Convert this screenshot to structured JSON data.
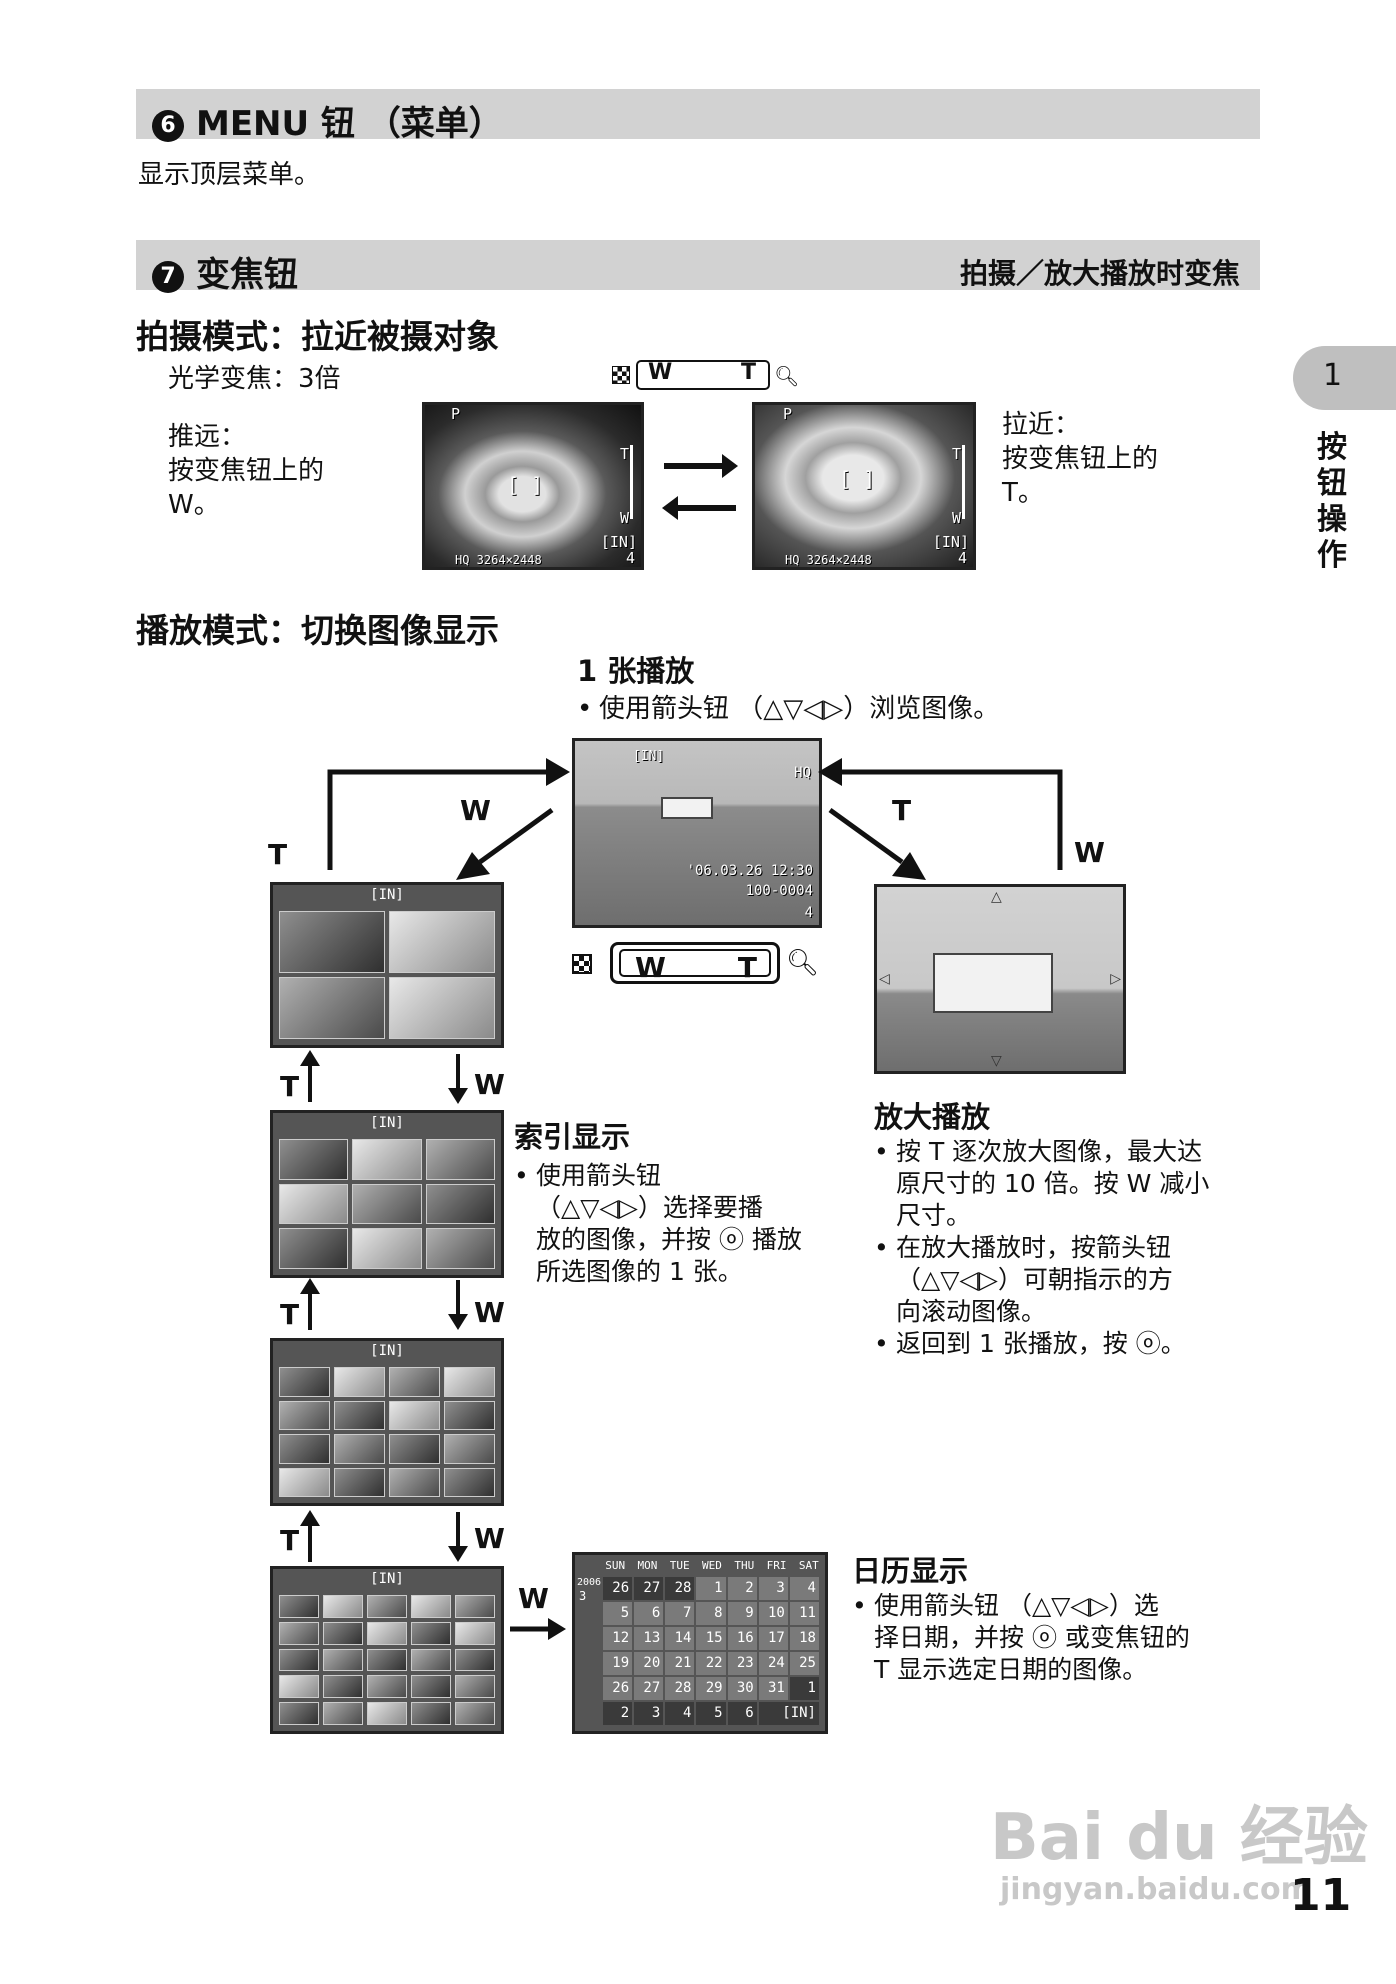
{
  "section6": {
    "num": "6",
    "title": "MENU 钮 （菜单）",
    "desc": "显示顶层菜单。"
  },
  "section7": {
    "num": "7",
    "title": "变焦钮",
    "right": "拍摄／放大播放时变焦"
  },
  "shooting": {
    "heading": "拍摄模式：拉近被摄对象",
    "optical": "光学变焦：3倍",
    "left_line1": "推远：",
    "left_line2": "按变焦钮上的",
    "left_line3": "W。",
    "right_line1": "拉近：",
    "right_line2": "按变焦钮上的",
    "right_line3": "T。",
    "lcd_mode": "P",
    "lcd_t": "T",
    "lcd_w": "W",
    "lcd_in": "[IN]",
    "lcd_quality": "HQ 3264×2448",
    "lcd_count": "4"
  },
  "zoom_lever": {
    "w": "W",
    "t": "T"
  },
  "playback": {
    "heading": "播放模式：切换图像显示",
    "single_title": "1 张播放",
    "single_desc": "使用箭头钮 （△▽◁▷）浏览图像。",
    "single_lcd_in": "[IN]",
    "single_lcd_hq": "HQ",
    "single_lcd_date": "'06.03.26  12:30",
    "single_lcd_file": "100-0004",
    "single_lcd_count": "4",
    "index_title": "索引显示",
    "index_desc1": "使用箭头钮",
    "index_desc2": "（△▽◁▷）选择要播",
    "index_desc3": "放的图像，并按 ⓞ 播放",
    "index_desc4": "所选图像的 1 张。",
    "zoom_title": "放大播放",
    "zoom_b1_l1": "按 T 逐次放大图像，最大达",
    "zoom_b1_l2": "原尺寸的 10 倍。按 W 减小",
    "zoom_b1_l3": "尺寸。",
    "zoom_b2_l1": "在放大播放时，按箭头钮",
    "zoom_b2_l2": "（△▽◁▷）可朝指示的方",
    "zoom_b2_l3": "向滚动图像。",
    "zoom_b3": "返回到 1 张播放，按 ⓞ。",
    "cal_title": "日历显示",
    "cal_l1": "使用箭头钮 （△▽◁▷）选",
    "cal_l2": "择日期，并按 ⓞ 或变焦钮的",
    "cal_l3": "T 显示选定日期的图像。",
    "grid_label": "[IN]",
    "cal_year": "2006",
    "cal_month": "3",
    "cal_days": [
      "SUN",
      "MON",
      "TUE",
      "WED",
      "THU",
      "FRI",
      "SAT"
    ],
    "cal_footer": "[IN]"
  },
  "arrow_labels": {
    "t": "T",
    "w": "W"
  },
  "side_tab": {
    "num": "1",
    "text": "按钮操作"
  },
  "page_number": "11",
  "watermark": {
    "brand": "Bai du 经验",
    "url": "jingyan.baidu.com"
  }
}
